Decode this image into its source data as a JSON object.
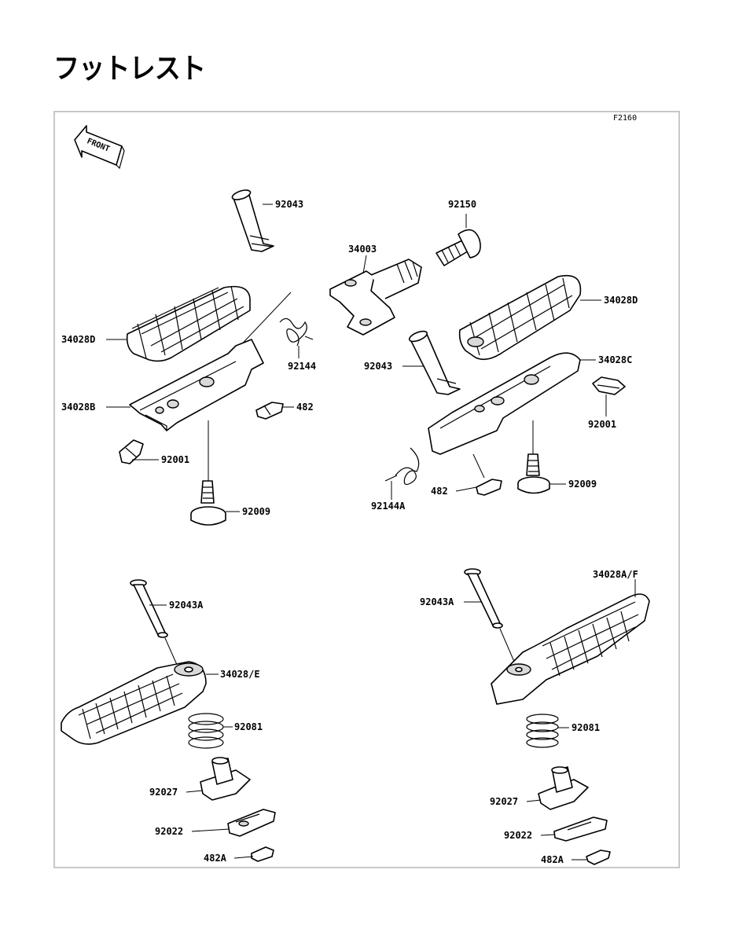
{
  "title": "フットレスト",
  "figure_code": "F2160",
  "front_label": "FRONT",
  "labels": {
    "l_92043": "92043",
    "l_34028D_left": "34028D",
    "l_92144": "92144",
    "l_34028B": "34028B",
    "l_482_left": "482",
    "l_92001_left": "92001",
    "l_92009_left": "92009",
    "l_92150": "92150",
    "l_34003": "34003",
    "l_34028D_right": "34028D",
    "l_92043_right": "92043",
    "l_34028C": "34028C",
    "l_92001_right": "92001",
    "l_92009_right": "92009",
    "l_482_right": "482",
    "l_92144A": "92144A",
    "l_92043A_left": "92043A",
    "l_34028E": "34028/E",
    "l_92081_left": "92081",
    "l_92027_left": "92027",
    "l_92022_left": "92022",
    "l_482A_left": "482A",
    "l_92043A_right": "92043A",
    "l_34028AF": "34028A/F",
    "l_92081_right": "92081",
    "l_92027_right": "92027",
    "l_92022_right": "92022",
    "l_482A_right": "482A"
  }
}
